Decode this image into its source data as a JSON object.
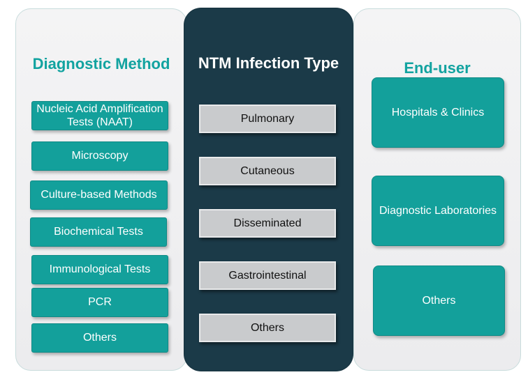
{
  "columns": {
    "diagnostic_method": {
      "title": "Diagnostic Method",
      "items": [
        "Nucleic Acid Amplification Tests (NAAT)",
        "Microscopy",
        "Culture-based Methods",
        "Biochemical Tests",
        "Immunological Tests",
        "PCR",
        "Others"
      ]
    },
    "infection_type": {
      "title": "NTM Infection Type",
      "items": [
        "Pulmonary",
        "Cutaneous",
        "Disseminated",
        "Gastrointestinal",
        "Others"
      ]
    },
    "end_user": {
      "title": "End-user",
      "items": [
        "Hospitals & Clinics",
        "Diagnostic Laboratories",
        "Others"
      ]
    }
  },
  "colors": {
    "teal": "#13a09b",
    "dark_panel": "#1b3a48",
    "light_panel": "#f0f0f1",
    "gray_box": "#c9cbcd"
  }
}
